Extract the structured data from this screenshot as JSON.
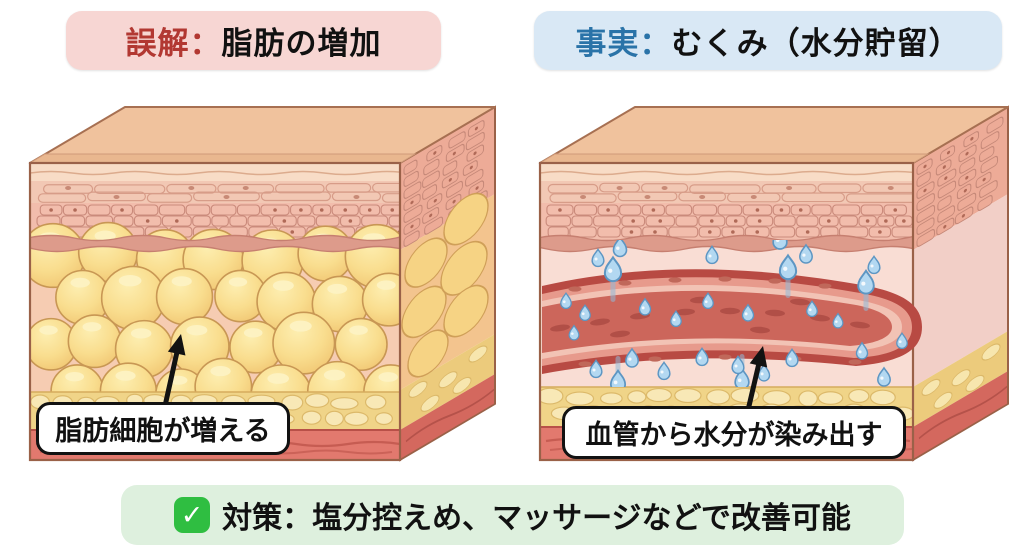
{
  "headers": {
    "misconception": {
      "prefix": "誤解：",
      "title": "脂肪の増加"
    },
    "fact": {
      "prefix": "事実：",
      "title": "むくみ（水分貯留）"
    }
  },
  "callouts": {
    "left": "脂肪細胞が増える",
    "right": "血管から水分が染み出す"
  },
  "footer": {
    "check_icon": "✓",
    "text": "対策：塩分控えめ、マッサージなどで改善可能"
  },
  "colors": {
    "misconception_text": "#b23832",
    "misconception_bg": "#f7d6d3",
    "fact_text": "#2a73a8",
    "fact_bg": "#d9e8f5",
    "banner_bg": "#def0de",
    "check_green": "#2fbe41",
    "callout_border": "#121212",
    "skin_top": "#f0c29d",
    "epidermis_pink": "#f2bdac",
    "fat_yellow": "#f9dd8e",
    "dermis_pink": "#f9ddd4",
    "vessel_red": "#b84a43",
    "droplet_blue": "#b3d8f1",
    "muscle_red": "#e2796e"
  }
}
